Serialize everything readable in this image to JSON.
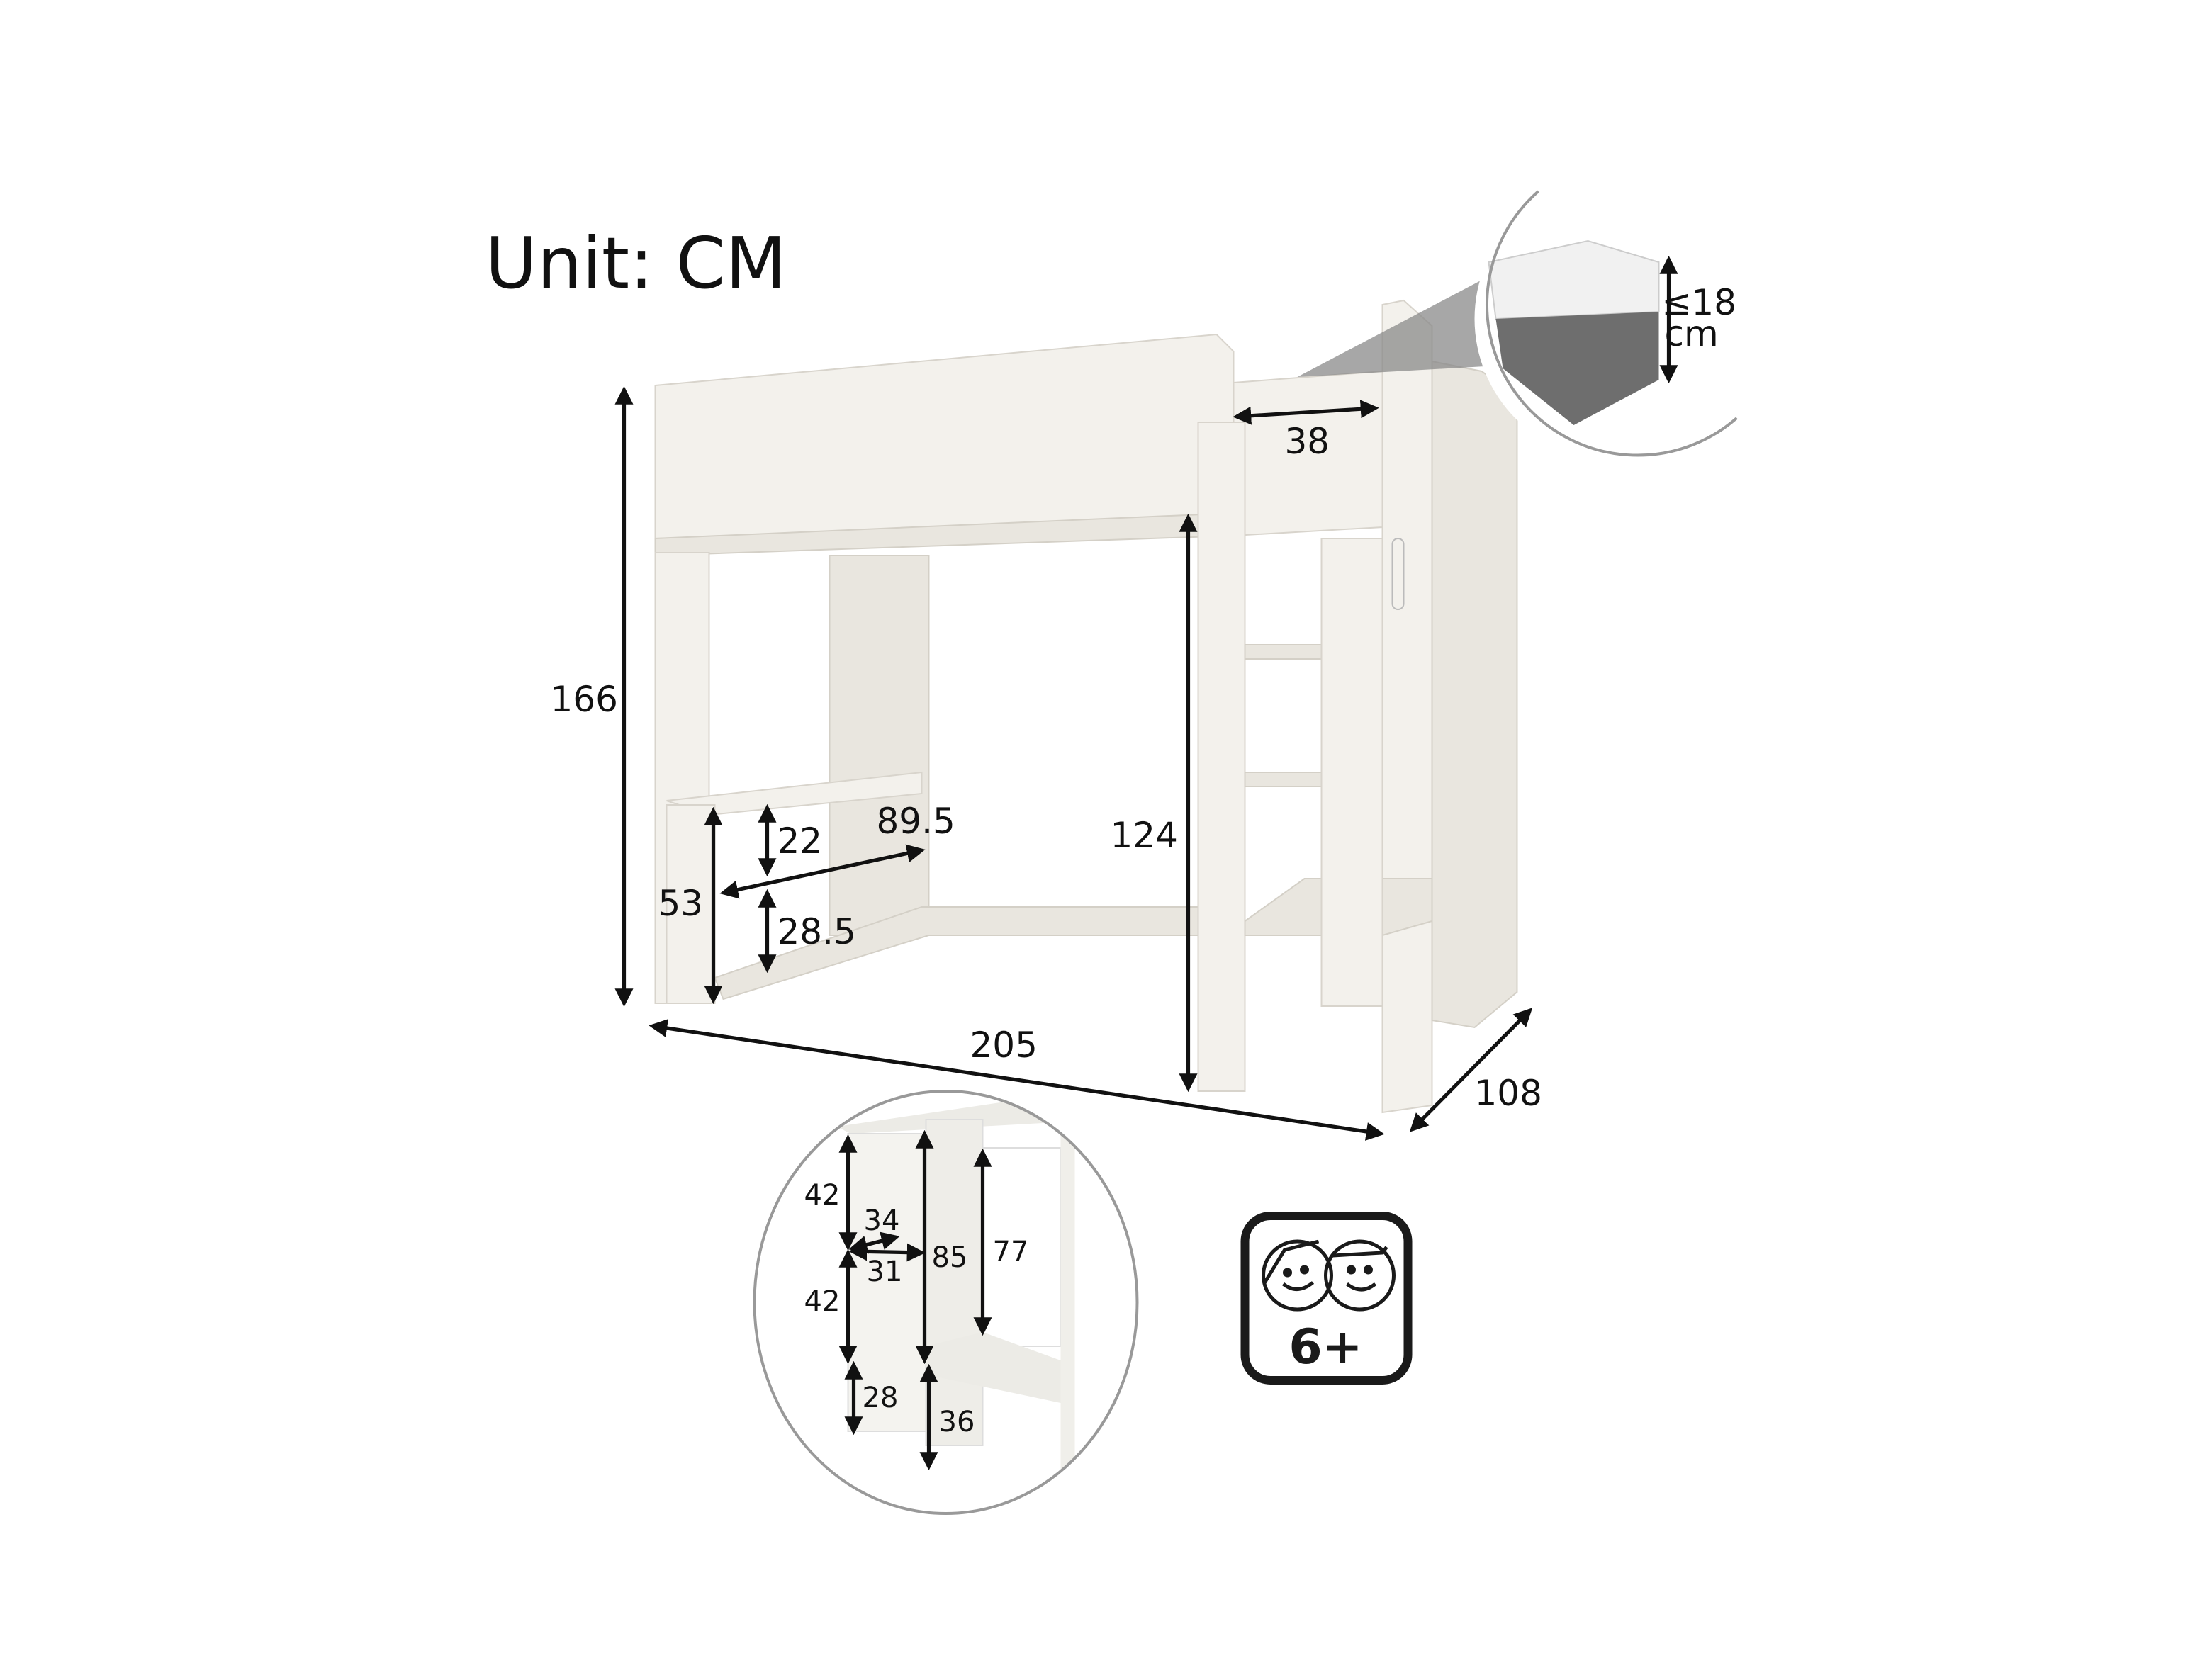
{
  "unit_label": "Unit: CM",
  "dimensions": {
    "height_total": "166",
    "length": "205",
    "width": "108",
    "under_bed_height": "124",
    "ladder_entry_width": "38",
    "desk_upper_shelf": "22",
    "desk_length": "89.5",
    "desk_height": "53",
    "desk_lower_shelf": "28.5"
  },
  "mattress": {
    "max_height_line1": "≤18",
    "max_height_line2": "cm"
  },
  "wardrobe_inset": {
    "shelf_upper": "42",
    "shelf_depth": "34",
    "shelf_width": "31",
    "column_height": "85",
    "hanging_height": "77",
    "shelf_lower": "42",
    "bottom_left": "28",
    "bottom_right": "36"
  },
  "age_badge": {
    "text": "6+"
  }
}
